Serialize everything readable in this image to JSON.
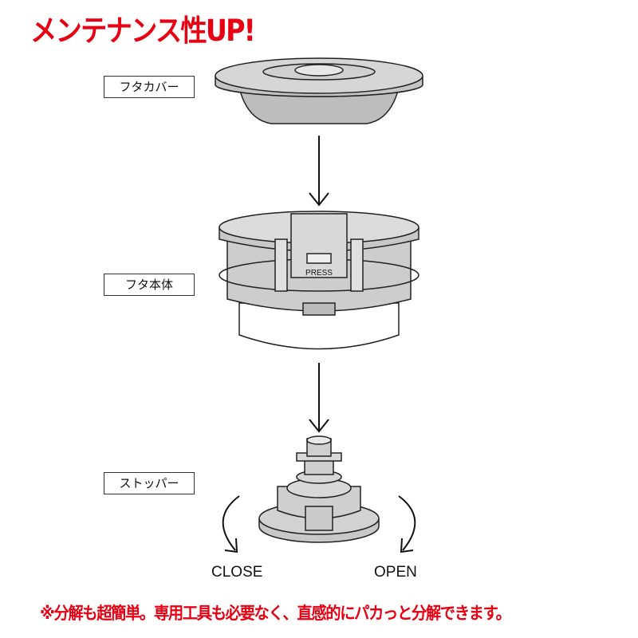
{
  "title": "メンテナンス性UP!",
  "parts": [
    {
      "label": "フタカバー"
    },
    {
      "label": "フタ本体"
    },
    {
      "label": "ストッパー"
    }
  ],
  "body_stamp": "PRESS",
  "rotation": {
    "close": "CLOSE",
    "open": "OPEN"
  },
  "note": "※分解も超簡単。専用工具も必要なく、直感的にパカっと分解できます。",
  "colors": {
    "accent": "#e60012",
    "part_fill": "#cfcfcf",
    "outline": "#222222"
  }
}
